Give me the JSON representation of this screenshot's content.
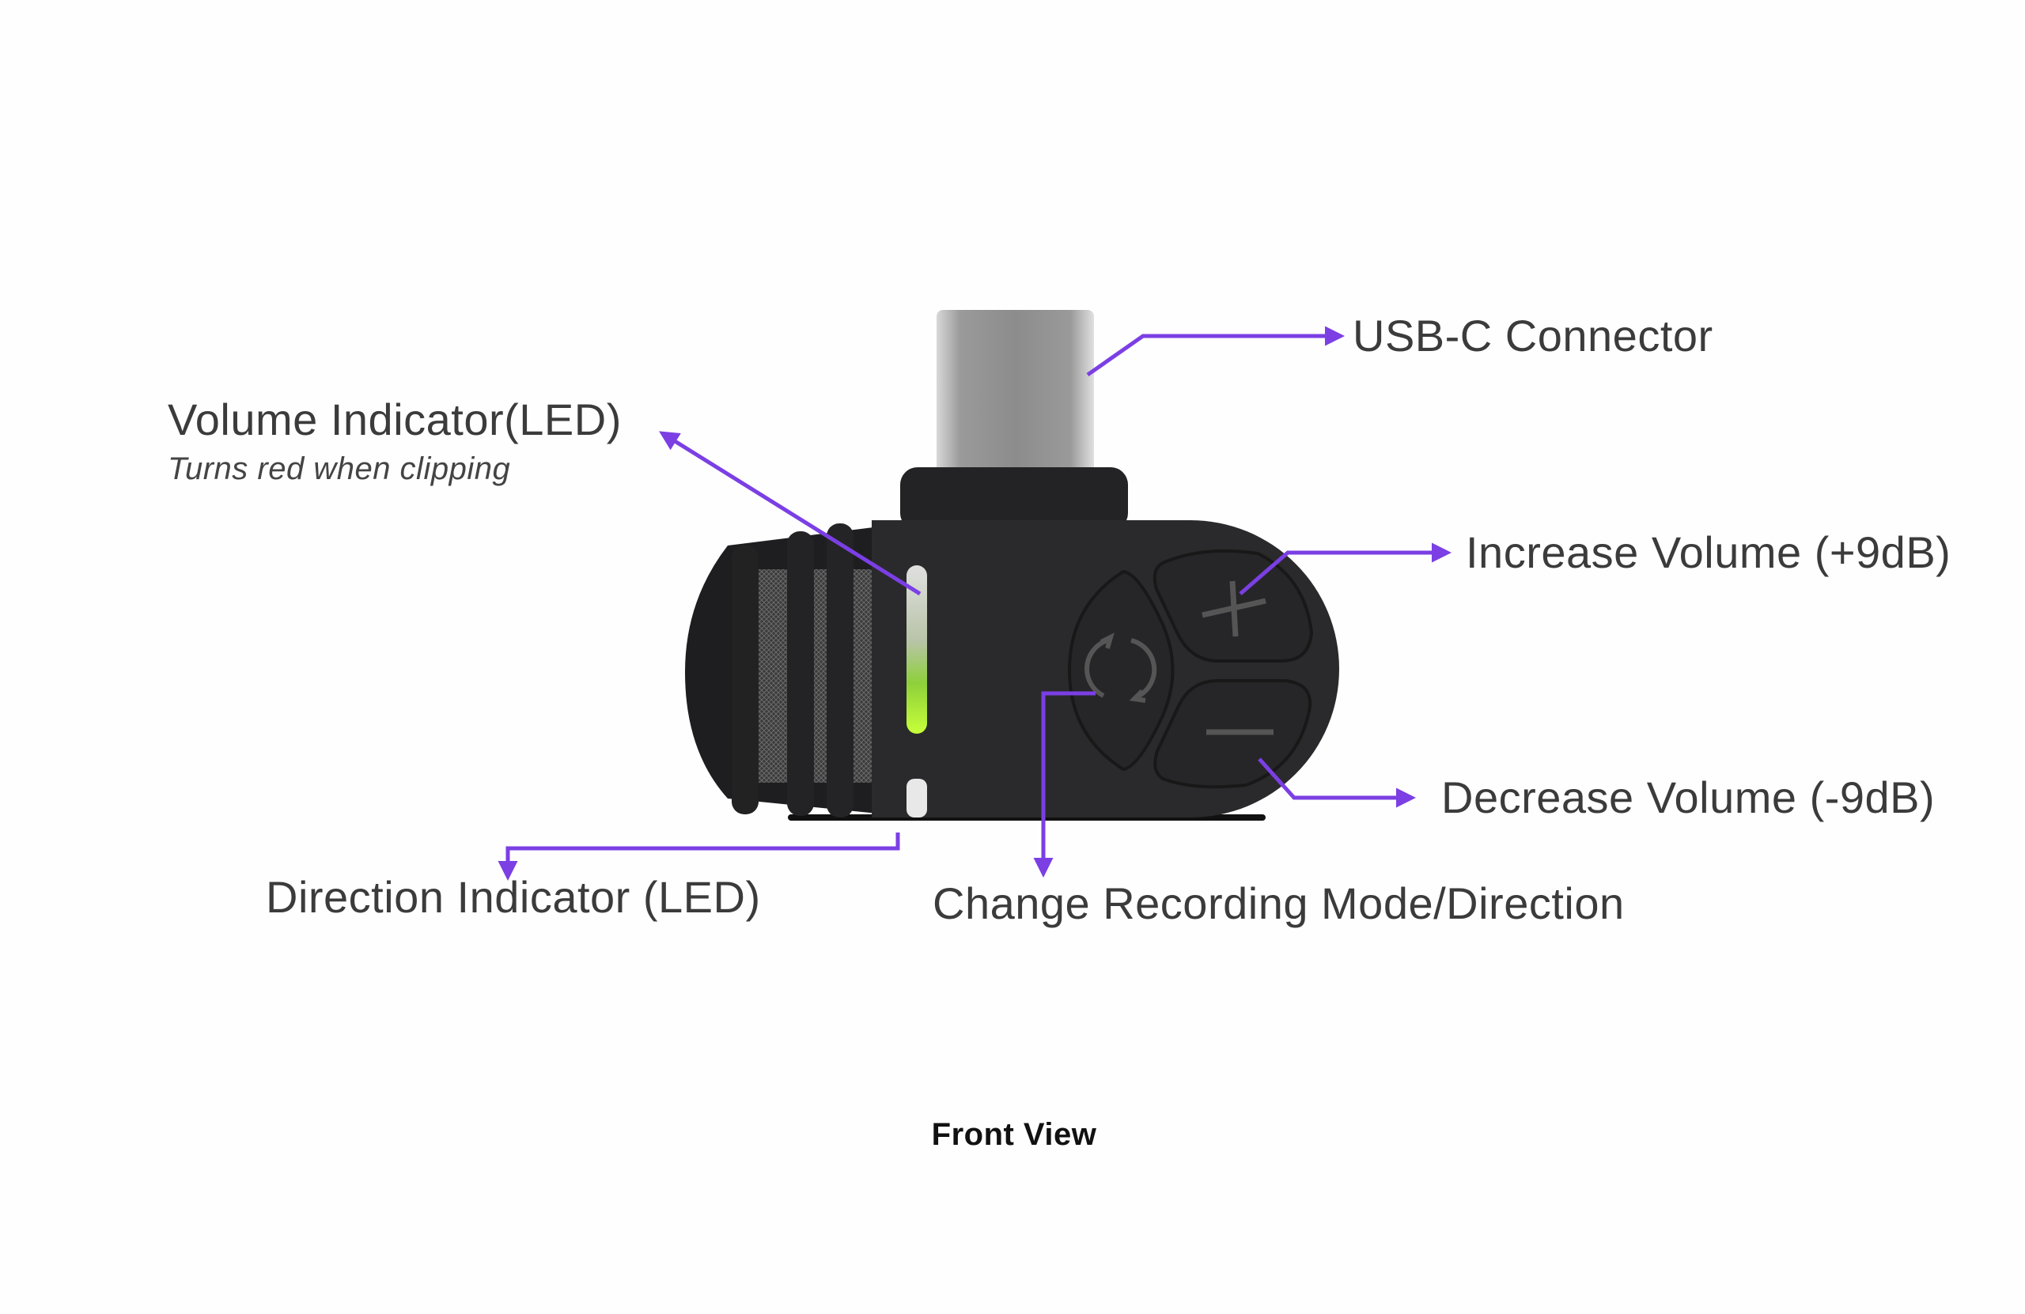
{
  "figure": {
    "caption": "Front View",
    "accent_color": "#7b3fe4",
    "labels": {
      "usb_c": "USB-C Connector",
      "volume_indicator": "Volume Indicator(LED)",
      "volume_indicator_note": "Turns red when clipping",
      "increase_volume": "Increase Volume (+9dB)",
      "decrease_volume": "Decrease Volume (-9dB)",
      "direction_indicator": "Direction Indicator (LED)",
      "change_mode": "Change Recording Mode/Direction"
    },
    "icons": [
      "refresh-icon",
      "plus-icon",
      "minus-icon"
    ]
  }
}
